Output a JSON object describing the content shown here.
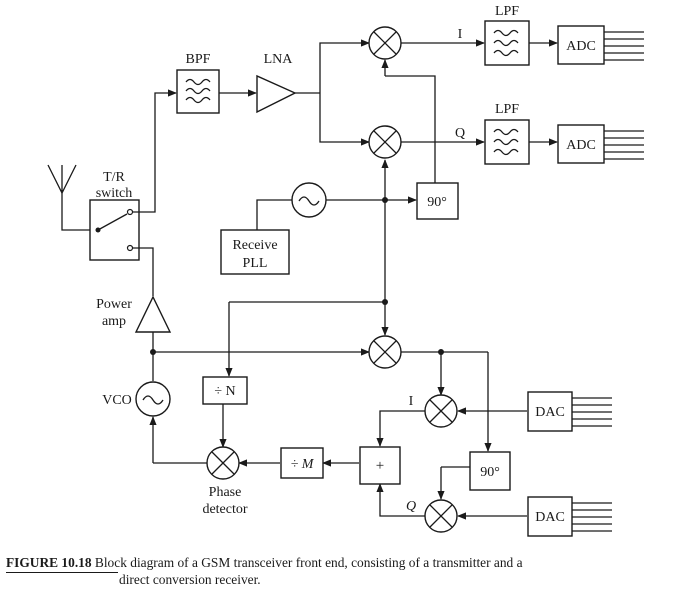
{
  "blocks": {
    "bpf": "BPF",
    "lna": "LNA",
    "lpf_i": "LPF",
    "lpf_q": "LPF",
    "adc_i": "ADC",
    "adc_q": "ADC",
    "tr_switch": [
      "T/R",
      "switch"
    ],
    "phase_90_rx": "90°",
    "receive_pll": [
      "Receive",
      "PLL"
    ],
    "power_amp": [
      "Power",
      "amp"
    ],
    "vco": "VCO",
    "div_n": "÷ N",
    "div_m": "÷ M",
    "sum": "+",
    "phase_90_tx": "90°",
    "dac_i": "DAC",
    "dac_q": "DAC",
    "phase_detector": [
      "Phase",
      "detector"
    ]
  },
  "signals": {
    "rx_i": "I",
    "rx_q": "Q",
    "tx_i": "I",
    "tx_q": "Q"
  },
  "caption": {
    "label": "FIGURE 10.18",
    "line1": " Block diagram of a GSM transceiver front end, consisting of a transmitter and a",
    "line2": "direct conversion receiver."
  },
  "icons": [
    "antenna-icon",
    "mixer-icon",
    "oscillator-icon",
    "filter-icon",
    "amplifier-icon",
    "switch-icon"
  ]
}
